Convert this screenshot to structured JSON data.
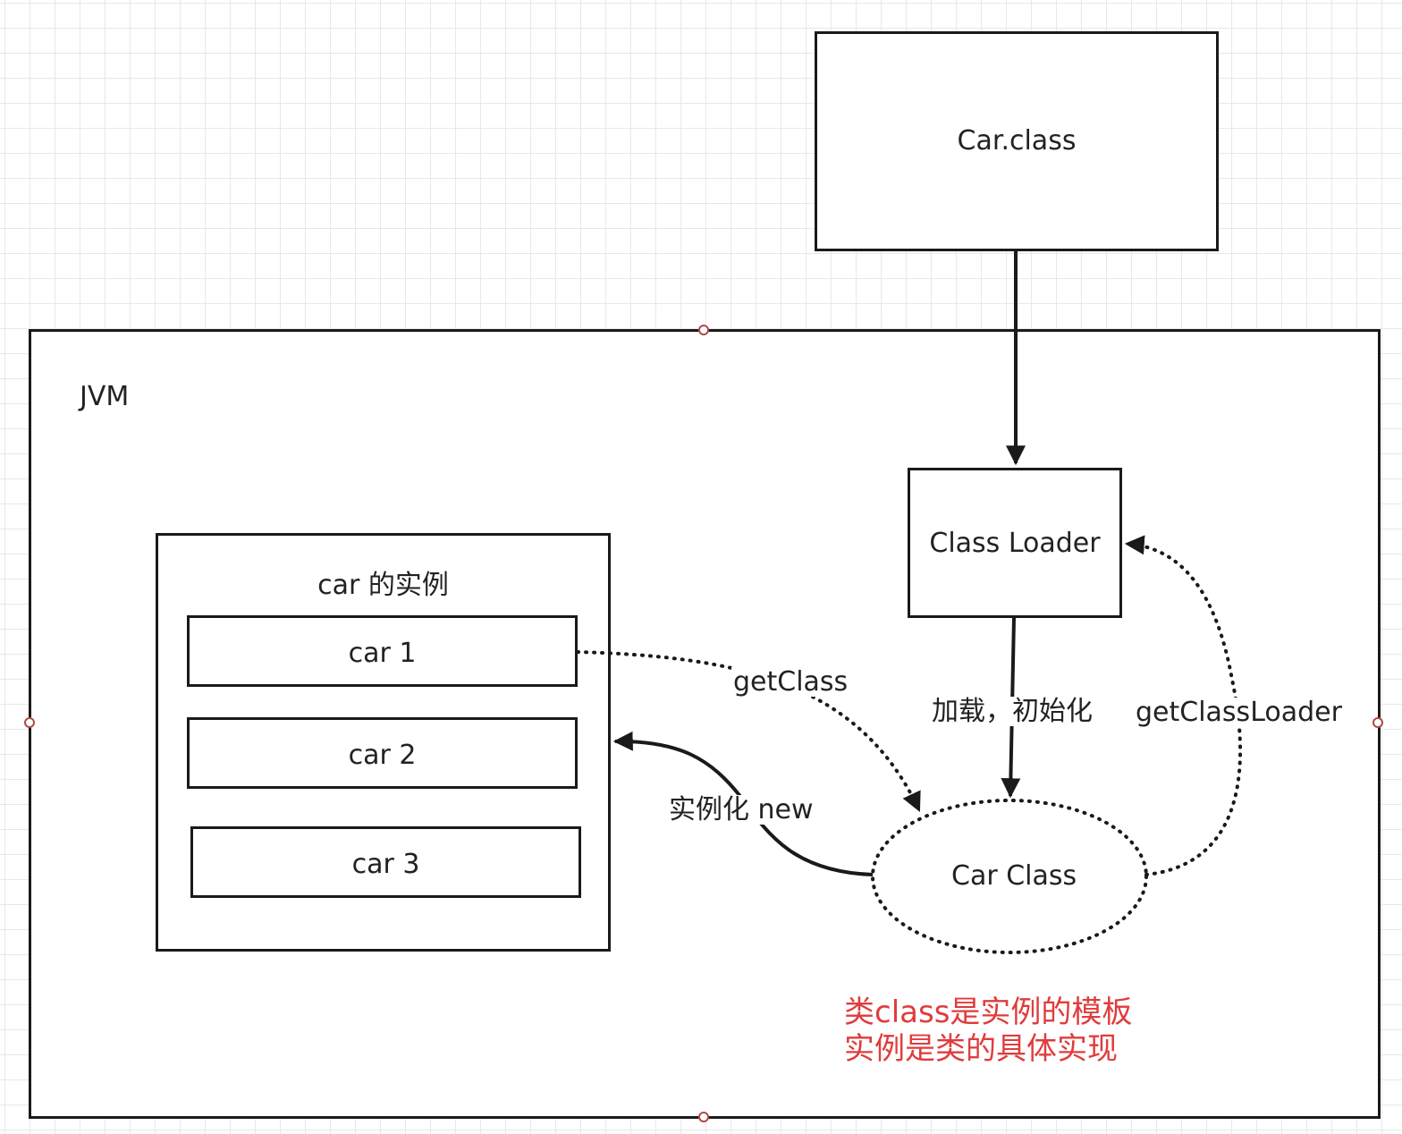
{
  "nodes": {
    "car_class_file": {
      "label": "Car.class"
    },
    "jvm": {
      "label": "JVM"
    },
    "class_loader": {
      "label": "Class Loader"
    },
    "instances_group": {
      "label": "car 的实例"
    },
    "car1": {
      "label": "car 1"
    },
    "car2": {
      "label": "car 2"
    },
    "car3": {
      "label": "car 3"
    },
    "car_class": {
      "label": "Car Class"
    }
  },
  "edges": {
    "load": {
      "label": ""
    },
    "load_init": {
      "label": "加载，初始化"
    },
    "get_class": {
      "label": "getClass"
    },
    "get_class_loader": {
      "label": "getClassLoader"
    },
    "instantiate": {
      "label": "实例化 new"
    }
  },
  "note": {
    "lines": [
      "类class是实例的模板",
      "实例是类的具体实现"
    ],
    "color": "#e03c3c"
  },
  "colors": {
    "stroke": "#1a1a1a",
    "grid": "#e8e8e8",
    "handle": "#b04848"
  }
}
